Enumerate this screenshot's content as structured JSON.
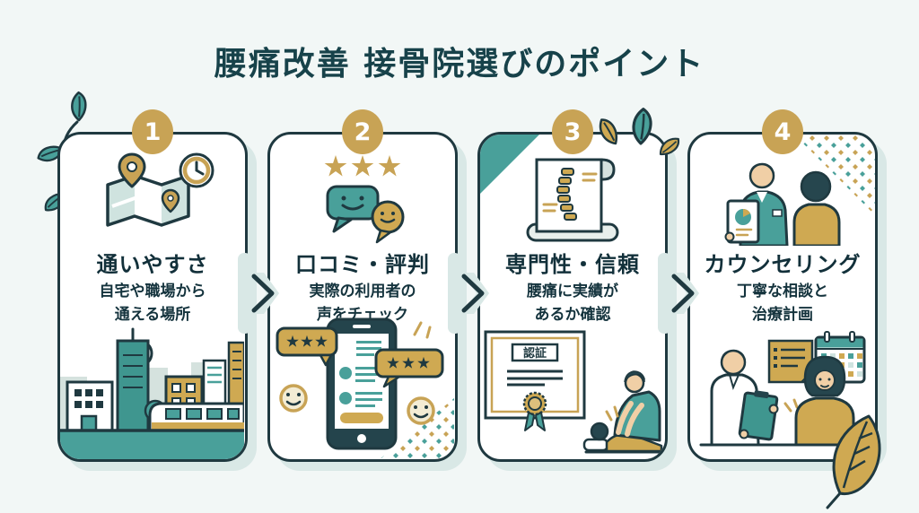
{
  "title": "腰痛改善 接骨院選びのポイント",
  "colors": {
    "background": "#f2f7f6",
    "card_background": "#ffffff",
    "outline": "#1f3940",
    "teal": "#49a09a",
    "teal_dark": "#3f968f",
    "teal_light": "#cfe3df",
    "shadow": "#d9e8e6",
    "gold": "#c8a355",
    "gold_light": "#cfa952",
    "title_text": "#17424a"
  },
  "cards": [
    {
      "number": "1",
      "icon": "map-pins-clock-icon",
      "heading": "通いやすさ",
      "desc_line1": "自宅や職場から",
      "desc_line2": "通える場所",
      "illustration": "city-train-illustration"
    },
    {
      "number": "2",
      "icon": "stars-chat-bubbles-icon",
      "heading": "口コミ・評判",
      "desc_line1": "実際の利用者の",
      "desc_line2": "声をチェック",
      "illustration": "phone-reviews-illustration"
    },
    {
      "number": "3",
      "icon": "spine-scroll-icon",
      "heading": "専門性・信頼",
      "desc_line1": "腰痛に実績が",
      "desc_line2": "あるか確認",
      "certificate_label": "認証",
      "illustration": "certificate-massage-illustration"
    },
    {
      "number": "4",
      "icon": "consultation-icon",
      "heading": "カウンセリング",
      "desc_line1": "丁寧な相談と",
      "desc_line2": "治療計画",
      "illustration": "counseling-calendar-illustration"
    }
  ],
  "flow": {
    "arrow_icon": "chevron-right-arrow"
  },
  "decorations": [
    "branch-leaves-decoration",
    "corner-leaves-decoration",
    "diamond-pattern-decoration",
    "corner-triangle-decoration",
    "gold-leaf-decoration"
  ]
}
